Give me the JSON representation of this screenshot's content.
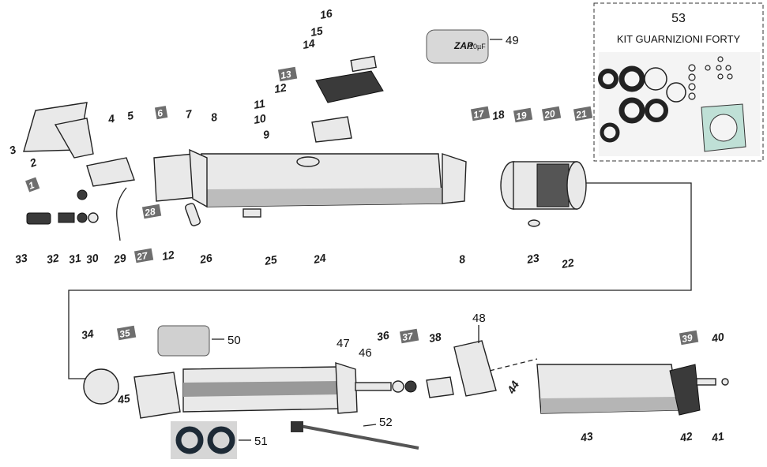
{
  "kit": {
    "number": "53",
    "title": "KIT GUARNIZIONI FORTY"
  },
  "capacitor": {
    "brand_text": "ZAP",
    "value_text": "10µF",
    "ref": "49"
  },
  "labels_top": [
    {
      "key": "l1",
      "text": "1",
      "boxed": true
    },
    {
      "key": "l2",
      "text": "2"
    },
    {
      "key": "l3",
      "text": "3"
    },
    {
      "key": "l4",
      "text": "4"
    },
    {
      "key": "l5",
      "text": "5"
    },
    {
      "key": "l6",
      "text": "6",
      "boxed": true
    },
    {
      "key": "l7",
      "text": "7"
    },
    {
      "key": "l8a",
      "text": "8"
    },
    {
      "key": "l8b",
      "text": "8"
    },
    {
      "key": "l9",
      "text": "9"
    },
    {
      "key": "l10",
      "text": "10"
    },
    {
      "key": "l11",
      "text": "11"
    },
    {
      "key": "l12a",
      "text": "12"
    },
    {
      "key": "l12b",
      "text": "12"
    },
    {
      "key": "l13",
      "text": "13",
      "boxed": true
    },
    {
      "key": "l14",
      "text": "14"
    },
    {
      "key": "l15",
      "text": "15"
    },
    {
      "key": "l16",
      "text": "16"
    },
    {
      "key": "l17",
      "text": "17",
      "boxed": true
    },
    {
      "key": "l18",
      "text": "18"
    },
    {
      "key": "l19",
      "text": "19",
      "boxed": true
    },
    {
      "key": "l20",
      "text": "20",
      "boxed": true
    },
    {
      "key": "l21",
      "text": "21",
      "boxed": true
    },
    {
      "key": "l22",
      "text": "22"
    },
    {
      "key": "l23",
      "text": "23"
    },
    {
      "key": "l24",
      "text": "24"
    },
    {
      "key": "l25",
      "text": "25"
    },
    {
      "key": "l26",
      "text": "26"
    },
    {
      "key": "l27",
      "text": "27",
      "boxed": true
    },
    {
      "key": "l28",
      "text": "28",
      "boxed": true
    },
    {
      "key": "l29",
      "text": "29"
    },
    {
      "key": "l30",
      "text": "30"
    },
    {
      "key": "l31",
      "text": "31"
    },
    {
      "key": "l32",
      "text": "32"
    },
    {
      "key": "l33",
      "text": "33"
    }
  ],
  "labels_bottom": [
    {
      "key": "l34",
      "text": "34"
    },
    {
      "key": "l35",
      "text": "35",
      "boxed": true
    },
    {
      "key": "l36",
      "text": "36"
    },
    {
      "key": "l37",
      "text": "37",
      "boxed": true
    },
    {
      "key": "l38",
      "text": "38"
    },
    {
      "key": "l39",
      "text": "39",
      "boxed": true
    },
    {
      "key": "l40",
      "text": "40"
    },
    {
      "key": "l41",
      "text": "41"
    },
    {
      "key": "l42",
      "text": "42"
    },
    {
      "key": "l43",
      "text": "43"
    },
    {
      "key": "l44",
      "text": "44"
    },
    {
      "key": "l45",
      "text": "45"
    }
  ],
  "plain_labels": [
    {
      "key": "p46",
      "text": "46"
    },
    {
      "key": "p47",
      "text": "47"
    },
    {
      "key": "p48",
      "text": "48"
    },
    {
      "key": "p49",
      "text": "49"
    },
    {
      "key": "p50",
      "text": "50"
    },
    {
      "key": "p51",
      "text": "51"
    },
    {
      "key": "p52",
      "text": "52"
    }
  ]
}
